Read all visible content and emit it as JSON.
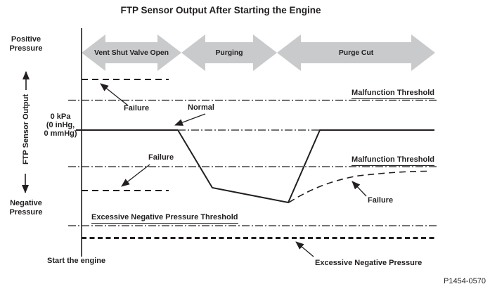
{
  "title": "FTP Sensor Output After Starting the Engine",
  "figure_code": "P1454-0570",
  "y_axis": {
    "label": "FTP Sensor Output",
    "positive": "Positive\nPressure",
    "negative": "Negative\nPressure",
    "zero": "0 kPa\n(0 inHg,\n0 mmHg)"
  },
  "x_axis": {
    "start_label": "Start the engine"
  },
  "phases": [
    {
      "label": "Vent Shut Valve Open"
    },
    {
      "label": "Purging"
    },
    {
      "label": "Purge Cut"
    }
  ],
  "thresholds": {
    "malfunction_upper": "Malfunction Threshold",
    "malfunction_lower": "Malfunction Threshold",
    "excessive_negative": "Excessive Negative Pressure Threshold"
  },
  "annotations": {
    "failure_top": "Failure",
    "normal": "Normal",
    "failure_mid": "Failure",
    "failure_recovery": "Failure",
    "excessive_negative_pressure": "Excessive Negative Pressure"
  },
  "series": [
    {
      "name": "normal-output",
      "style": "solid"
    },
    {
      "name": "failure-stuck-positive",
      "style": "dashed"
    },
    {
      "name": "failure-stuck-negative",
      "style": "dashed"
    },
    {
      "name": "failure-recovery-curve",
      "style": "dashed"
    },
    {
      "name": "malfunction-threshold-upper",
      "style": "dash-dot"
    },
    {
      "name": "malfunction-threshold-lower",
      "style": "dash-dot"
    },
    {
      "name": "excessive-negative-pressure-threshold",
      "style": "dash-dot"
    },
    {
      "name": "excessive-negative-pressure",
      "style": "bold-dashed"
    }
  ],
  "colors": {
    "line": "#231f20",
    "phase_arrow_fill": "#c9cacc",
    "background": "#ffffff"
  }
}
